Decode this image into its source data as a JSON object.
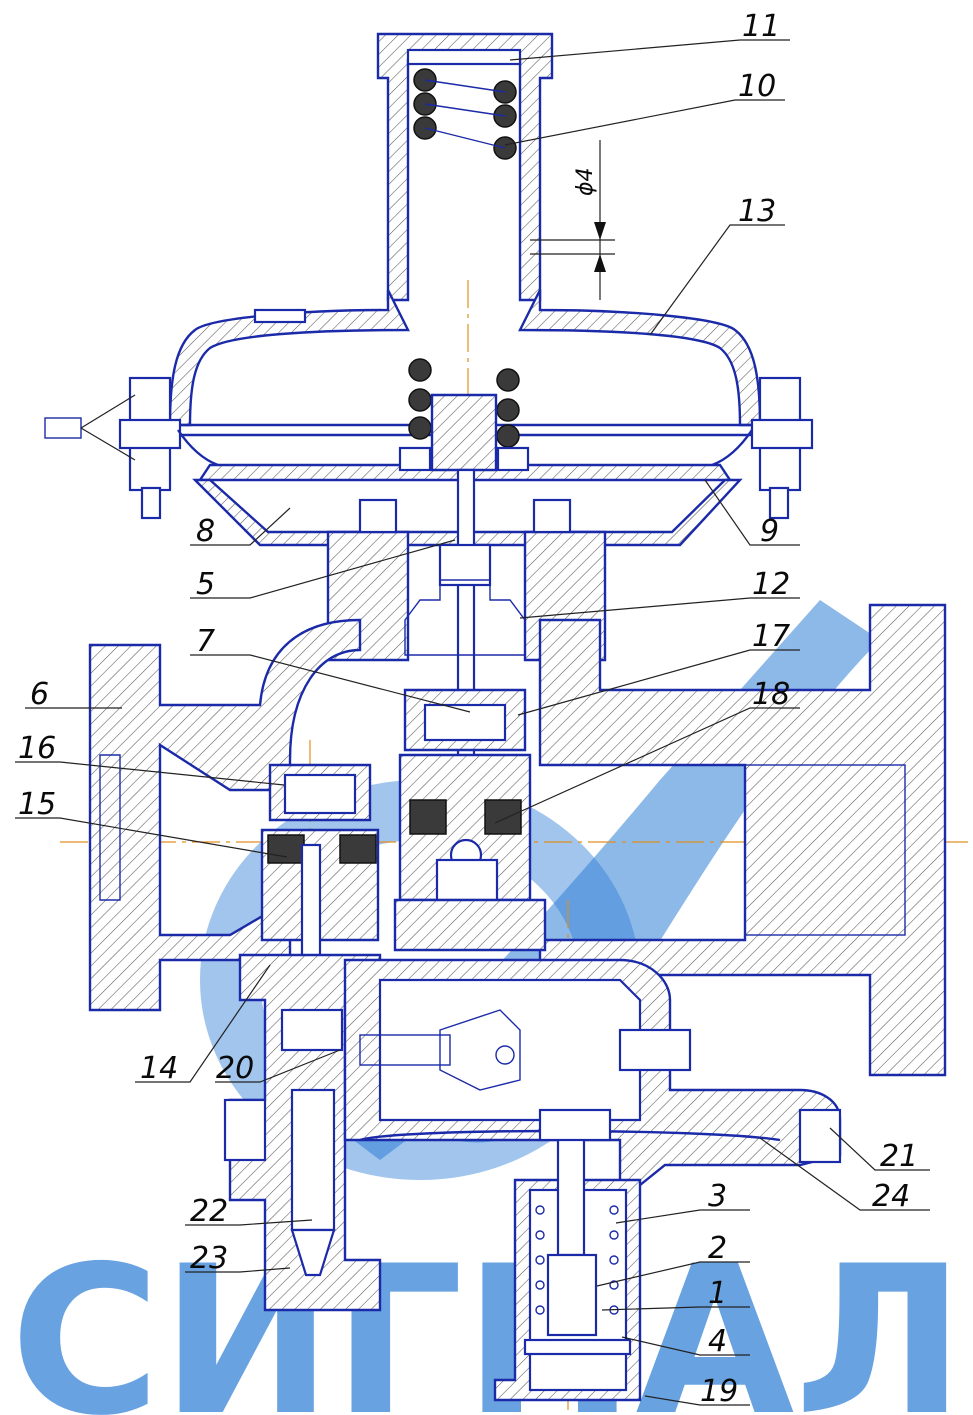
{
  "diagram": {
    "dimension_label": "ϕ4",
    "callouts": [
      {
        "id": "11",
        "label": "11"
      },
      {
        "id": "10",
        "label": "10"
      },
      {
        "id": "13",
        "label": "13"
      },
      {
        "id": "8",
        "label": "8"
      },
      {
        "id": "9",
        "label": "9"
      },
      {
        "id": "5",
        "label": "5"
      },
      {
        "id": "12",
        "label": "12"
      },
      {
        "id": "7",
        "label": "7"
      },
      {
        "id": "17",
        "label": "17"
      },
      {
        "id": "18",
        "label": "18"
      },
      {
        "id": "6",
        "label": "6"
      },
      {
        "id": "16",
        "label": "16"
      },
      {
        "id": "15",
        "label": "15"
      },
      {
        "id": "14",
        "label": "14"
      },
      {
        "id": "20",
        "label": "20"
      },
      {
        "id": "21",
        "label": "21"
      },
      {
        "id": "24",
        "label": "24"
      },
      {
        "id": "22",
        "label": "22"
      },
      {
        "id": "3",
        "label": "3"
      },
      {
        "id": "2",
        "label": "2"
      },
      {
        "id": "23",
        "label": "23"
      },
      {
        "id": "1",
        "label": "1"
      },
      {
        "id": "4",
        "label": "4"
      },
      {
        "id": "19",
        "label": "19"
      }
    ],
    "watermark": {
      "text": "СИГНАЛ",
      "color": "#2f7fd6"
    },
    "colors": {
      "outline": "#1b2aa8",
      "axis": "#e09020",
      "text": "#0a0a0a"
    }
  }
}
